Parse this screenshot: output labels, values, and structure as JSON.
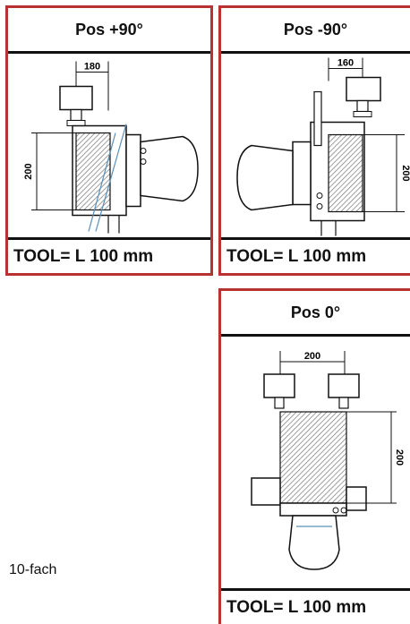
{
  "panels": {
    "plus90": {
      "title": "Pos +90°",
      "dim_width": "180",
      "dim_height": "200",
      "tool": "TOOL= L 100 mm"
    },
    "minus90": {
      "title": "Pos -90°",
      "dim_width": "160",
      "dim_height": "200",
      "tool": "TOOL= L 100 mm"
    },
    "zero": {
      "title": "Pos 0°",
      "dim_width": "200",
      "dim_height": "200",
      "tool": "TOOL= L 100 mm"
    }
  },
  "note": "10-fach",
  "colors": {
    "frame": "#b83232",
    "line": "#111111",
    "hatch": "#888888"
  }
}
